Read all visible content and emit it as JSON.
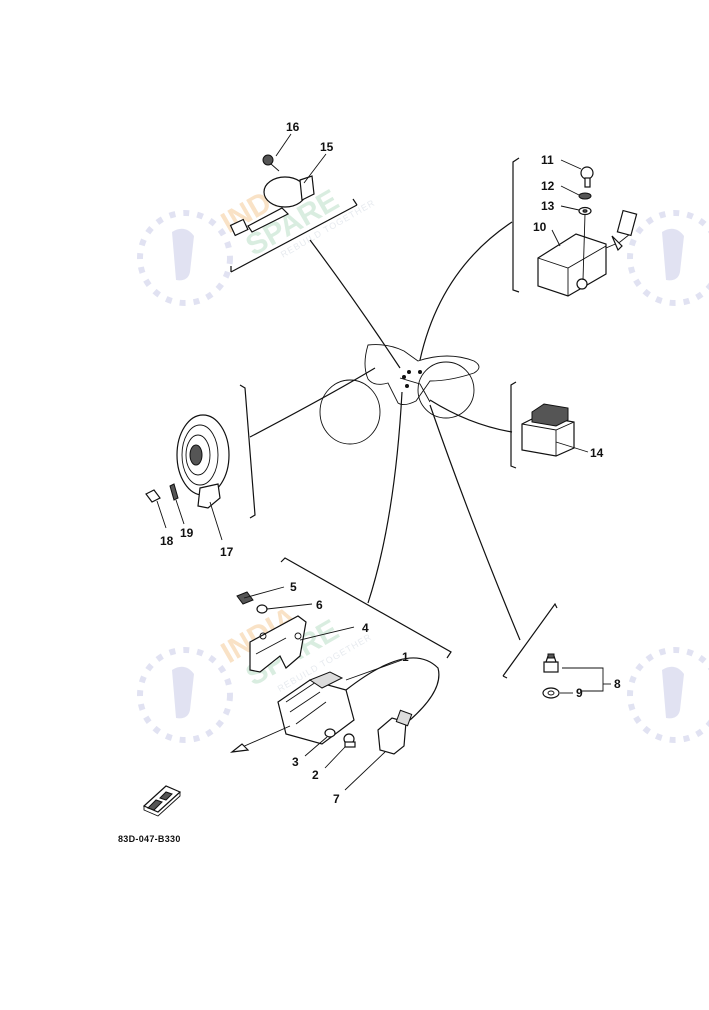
{
  "diagram": {
    "labels": {
      "p1": "1",
      "p2": "2",
      "p3": "3",
      "p4": "4",
      "p5": "5",
      "p6": "6",
      "p7": "7",
      "p8": "8",
      "p9": "9",
      "p10": "10",
      "p11": "11",
      "p12": "12",
      "p13": "13",
      "p14": "14",
      "p15": "15",
      "p16": "16",
      "p17": "17",
      "p18": "18",
      "p19": "19"
    },
    "diagram_code": "83D-047-B330"
  },
  "watermark": {
    "brand_line1": "INDIA",
    "brand_line2": "SPARE",
    "tagline": "REBUILD TOGETHER",
    "brand_color": "#f5a04a",
    "brand_color2": "#39a86b",
    "icon_color": "#c9cce8",
    "icon_name": "wrench-logo-icon"
  }
}
